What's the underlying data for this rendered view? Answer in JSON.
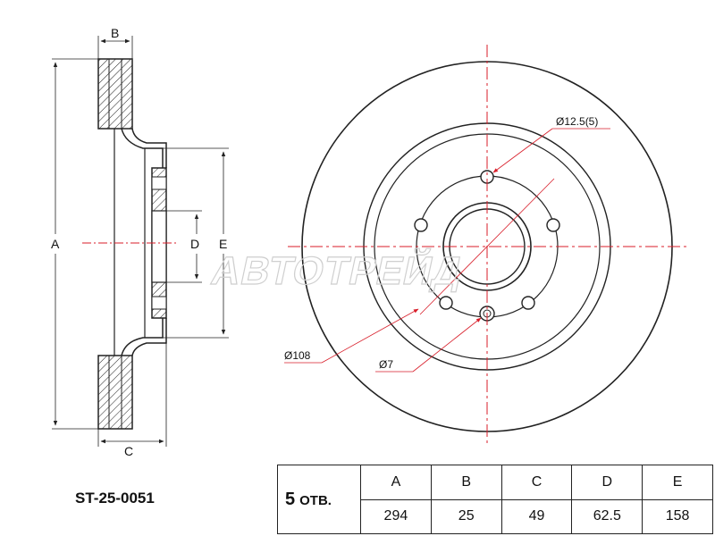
{
  "part_number": "ST-25-0051",
  "holes": {
    "count": "5",
    "label": "ОТВ."
  },
  "columns": [
    "A",
    "B",
    "C",
    "D",
    "E"
  ],
  "values": [
    "294",
    "25",
    "49",
    "62.5",
    "158"
  ],
  "labels": {
    "A": "A",
    "B": "B",
    "C": "C",
    "D": "D",
    "E": "E",
    "bolt_hole": "Ø12.5(5)",
    "pcd": "Ø108",
    "small_hole": "Ø7"
  },
  "watermark": "АВТОТРЕЙД",
  "colors": {
    "line": "#222222",
    "center_line": "#d81e2a",
    "watermark": "#cfcfcf"
  }
}
